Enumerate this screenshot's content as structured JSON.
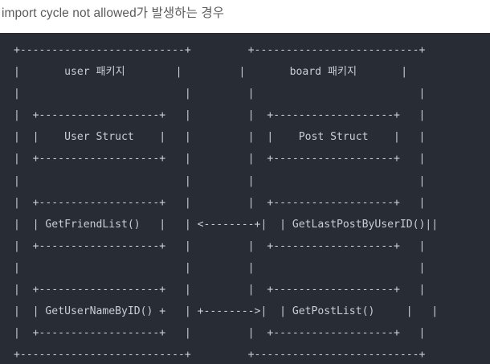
{
  "page": {
    "title": "import cycle not allowed가 발생하는 경우",
    "background_color": "#ffffff",
    "title_color": "#5a5a5a"
  },
  "code_block": {
    "background_color": "#282c34",
    "text_color": "#c8cdd6",
    "language": "ascii-art",
    "left_package_label": "user 패키지",
    "right_package_label": "board 패키지",
    "left_members": [
      "User Struct",
      "GetFriendList()",
      "GetUserNameByID()"
    ],
    "right_members": [
      "Post Struct",
      "GetLastPostByUserID()",
      "GetPostList()"
    ],
    "arrows": [
      {
        "label": "<--------+",
        "from": "GetLastPostByUserID()",
        "to": "GetFriendList()",
        "direction": "right-to-left"
      },
      {
        "label": "+-------->",
        "from": "GetUserNameByID()",
        "to": "GetPostList()",
        "direction": "left-to-right"
      }
    ],
    "content": "+----------------------+       +----------------------+\n|      user 패키지     |       |      board 패키지    |\n|                      |       |                      |\n|  +----------------+  |       |  +----------------+  |\n|  |  User Struct   |  |       |  |  Post Struct   |  |\n|  +----------------+  |       |  +----------------+  |\n|                      |       |                      |\n|  +----------------+  |       |  +----------------+  |\n|  | GetFriendList()|  | <--------+ |GetLastPostByUserID() |\n|  +----------------+  |       |  +----------------+  |\n|                      |       |                      |\n|  +----------------+  |       |  +----------------+  |\n|  |GetUserNameByID()  +--------> | GetPostList()  |  |\n|  +----------------+  |       |  +----------------+  |\n|                      |       |                      |\n+----------------------+       +----------------------+"
  }
}
